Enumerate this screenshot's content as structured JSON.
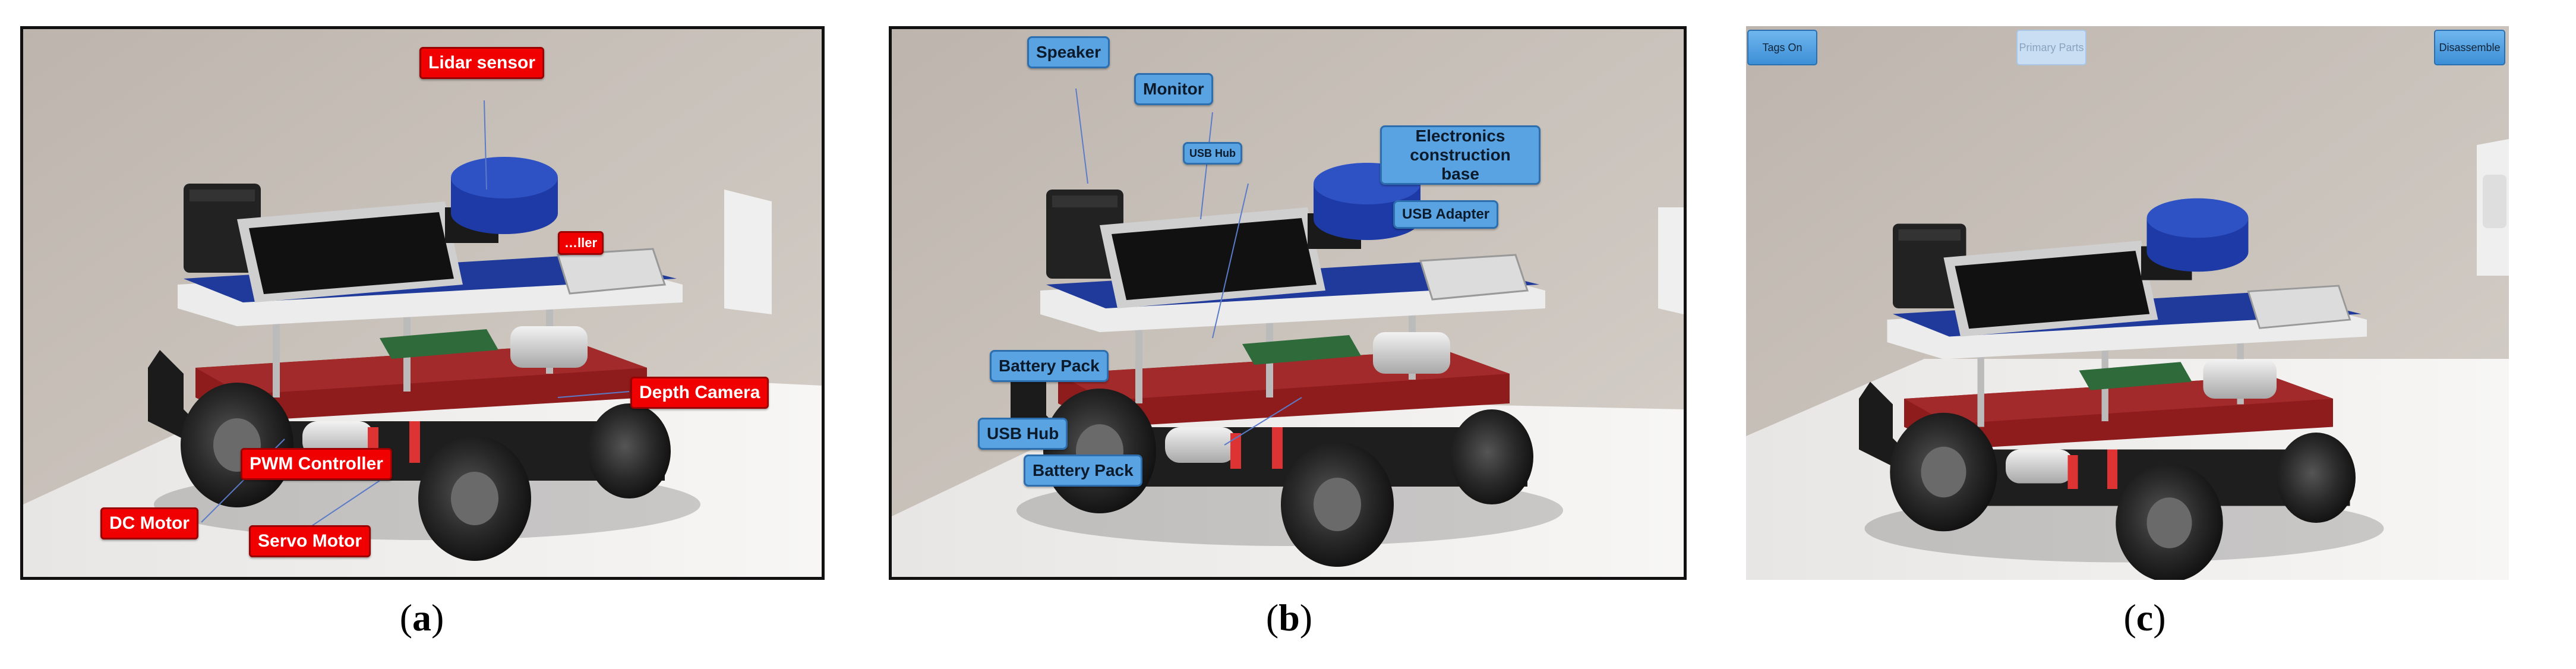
{
  "panels": {
    "a": {
      "caption_letter": "a",
      "tags": {
        "lidar": "Lidar sensor",
        "hidden_partial": "…ller",
        "depth": "Depth Camera",
        "pwm": "PWM Controller",
        "dc_motor": "DC Motor",
        "servo": "Servo Motor"
      }
    },
    "b": {
      "caption_letter": "b",
      "tags": {
        "speaker": "Speaker",
        "monitor": "Monitor",
        "usb_hub_top": "USB Hub",
        "electronics": "Electronics construction base",
        "usb_adapter": "USB Adapter",
        "battery_pack_top": "Battery Pack",
        "usb_hub_bottom": "USB Hub",
        "battery_pack_bottom": "Battery Pack"
      }
    },
    "c": {
      "caption_letter": "c",
      "buttons": {
        "tags_on": "Tags On",
        "primary_parts": "Primary Parts",
        "disassemble": "Disassemble"
      }
    }
  },
  "colors": {
    "red_tag": "#f00000",
    "blue_tag": "#5aa3e2",
    "robot_red_plate": "#8e1c1c",
    "robot_blue_plate": "#1f3a9a",
    "wall": "#c6bfb8"
  }
}
